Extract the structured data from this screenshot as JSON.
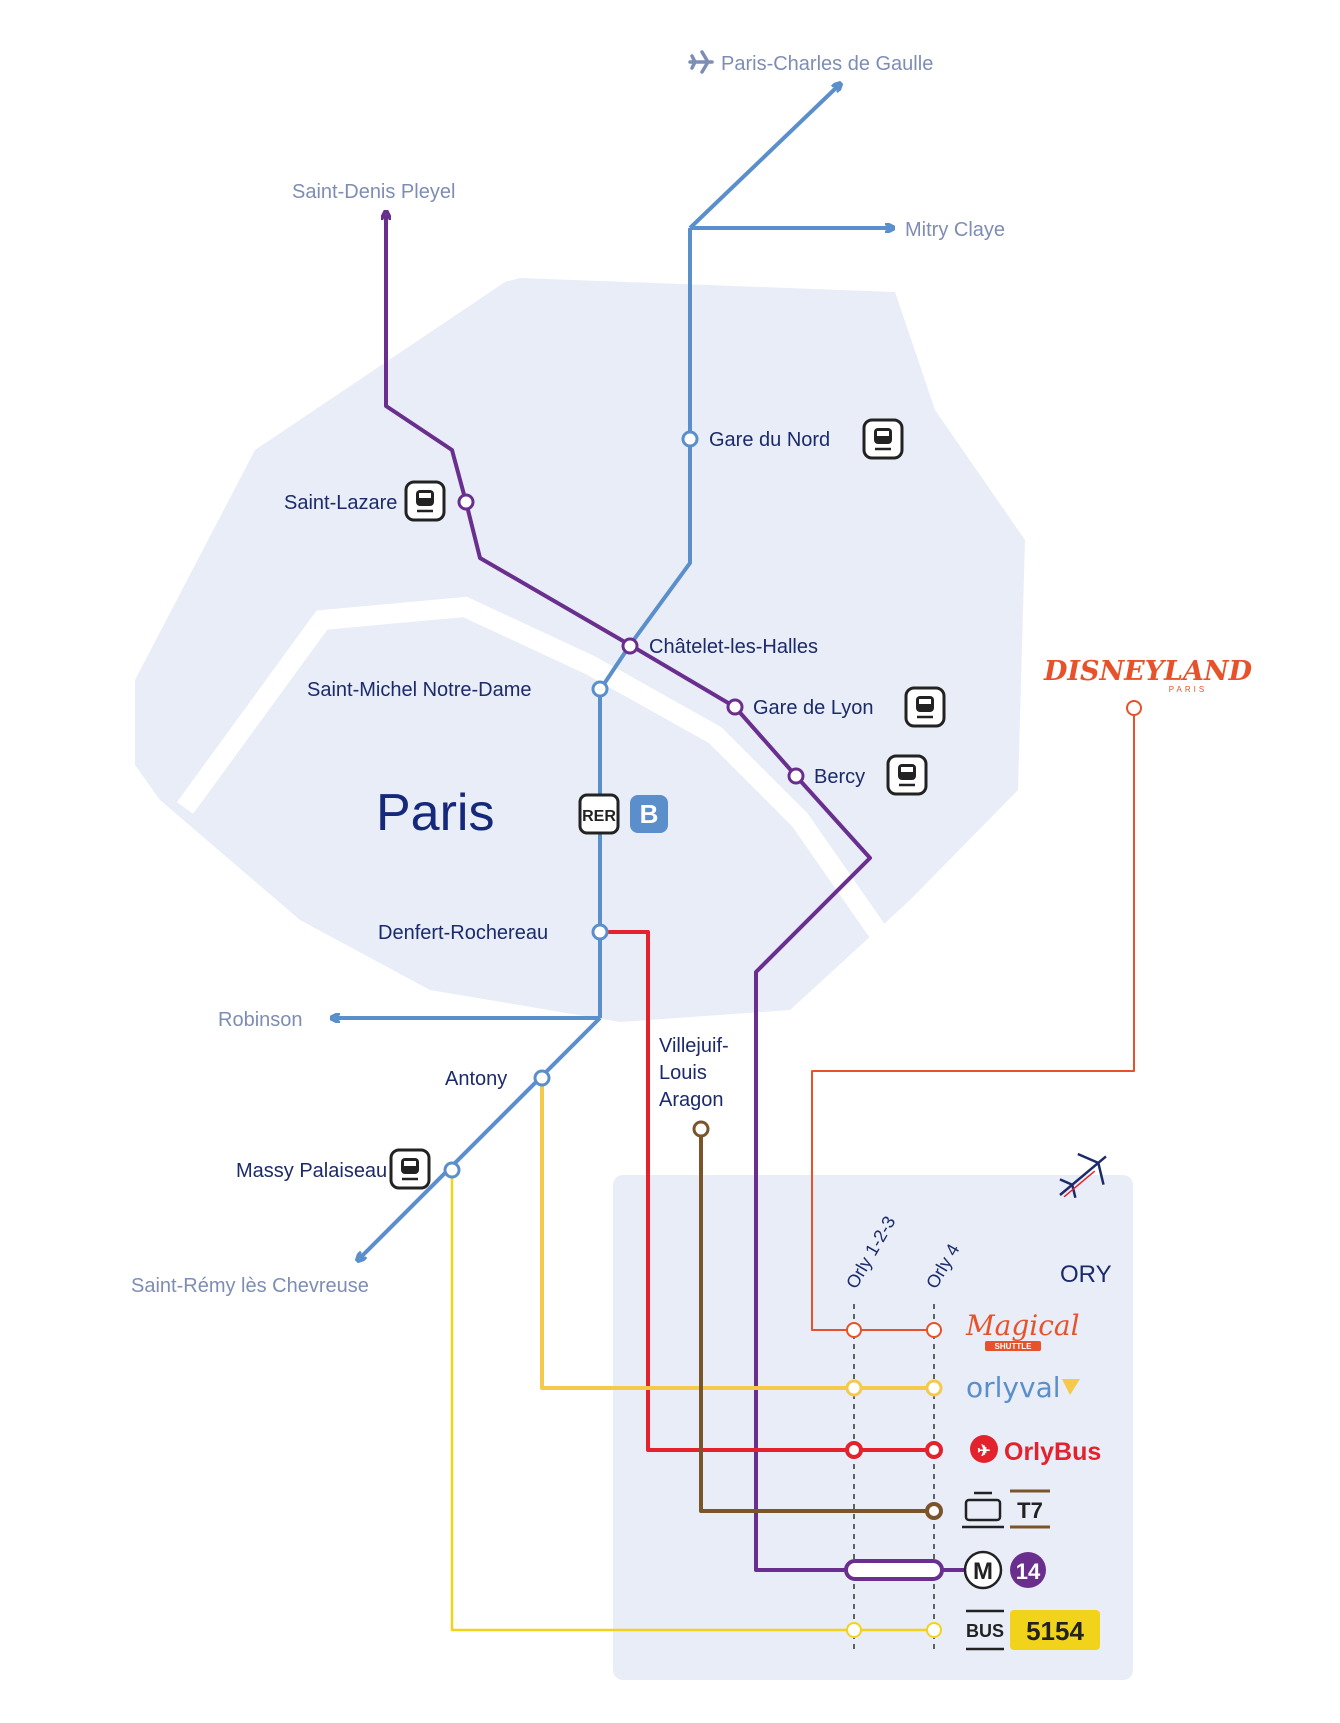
{
  "map": {
    "city_label": "Paris",
    "rer_badge": "RER",
    "rer_line_badge": "B",
    "destinations": {
      "cdg": "Paris-Charles de Gaulle",
      "mitry": "Mitry Claye",
      "saint_denis": "Saint-Denis Pleyel",
      "robinson": "Robinson",
      "saint_remy": "Saint-Rémy lès Chevreuse"
    },
    "stations": {
      "gare_du_nord": "Gare du Nord",
      "saint_lazare": "Saint-Lazare",
      "chatelet": "Châtelet-les-Halles",
      "saint_michel": "Saint-Michel Notre-Dame",
      "gare_de_lyon": "Gare de Lyon",
      "bercy": "Bercy",
      "denfert": "Denfert-Rochereau",
      "antony": "Antony",
      "massy": "Massy Palaiseau",
      "villejuif_line1": "Villejuif-",
      "villejuif_line2": "Louis",
      "villejuif_line3": "Aragon"
    },
    "disneyland": {
      "logo_text": "DISNEYLAND",
      "logo_sub": "PARIS"
    },
    "airport": {
      "code": "ORY",
      "terminal_1": "Orly 1-2-3",
      "terminal_2": "Orly 4"
    },
    "services": {
      "magical_shuttle": "Magical",
      "magical_shuttle_sub": "SHUTTLE",
      "orlyval": "orlyval",
      "orlybus": "OrlyBus",
      "tram": "T7",
      "metro_letter": "M",
      "metro_line": "14",
      "bus_label": "BUS",
      "bus_number": "5154"
    },
    "colors": {
      "rer_b": "#5b8fcb",
      "metro_14": "#6a2f8e",
      "orlybus": "#e4222e",
      "orlyval": "#f6c94d",
      "tram_t7": "#7b5429",
      "bus_5154": "#f2d31b",
      "magical_shuttle": "#e8522a",
      "paris_area": "#e8edf7"
    }
  }
}
